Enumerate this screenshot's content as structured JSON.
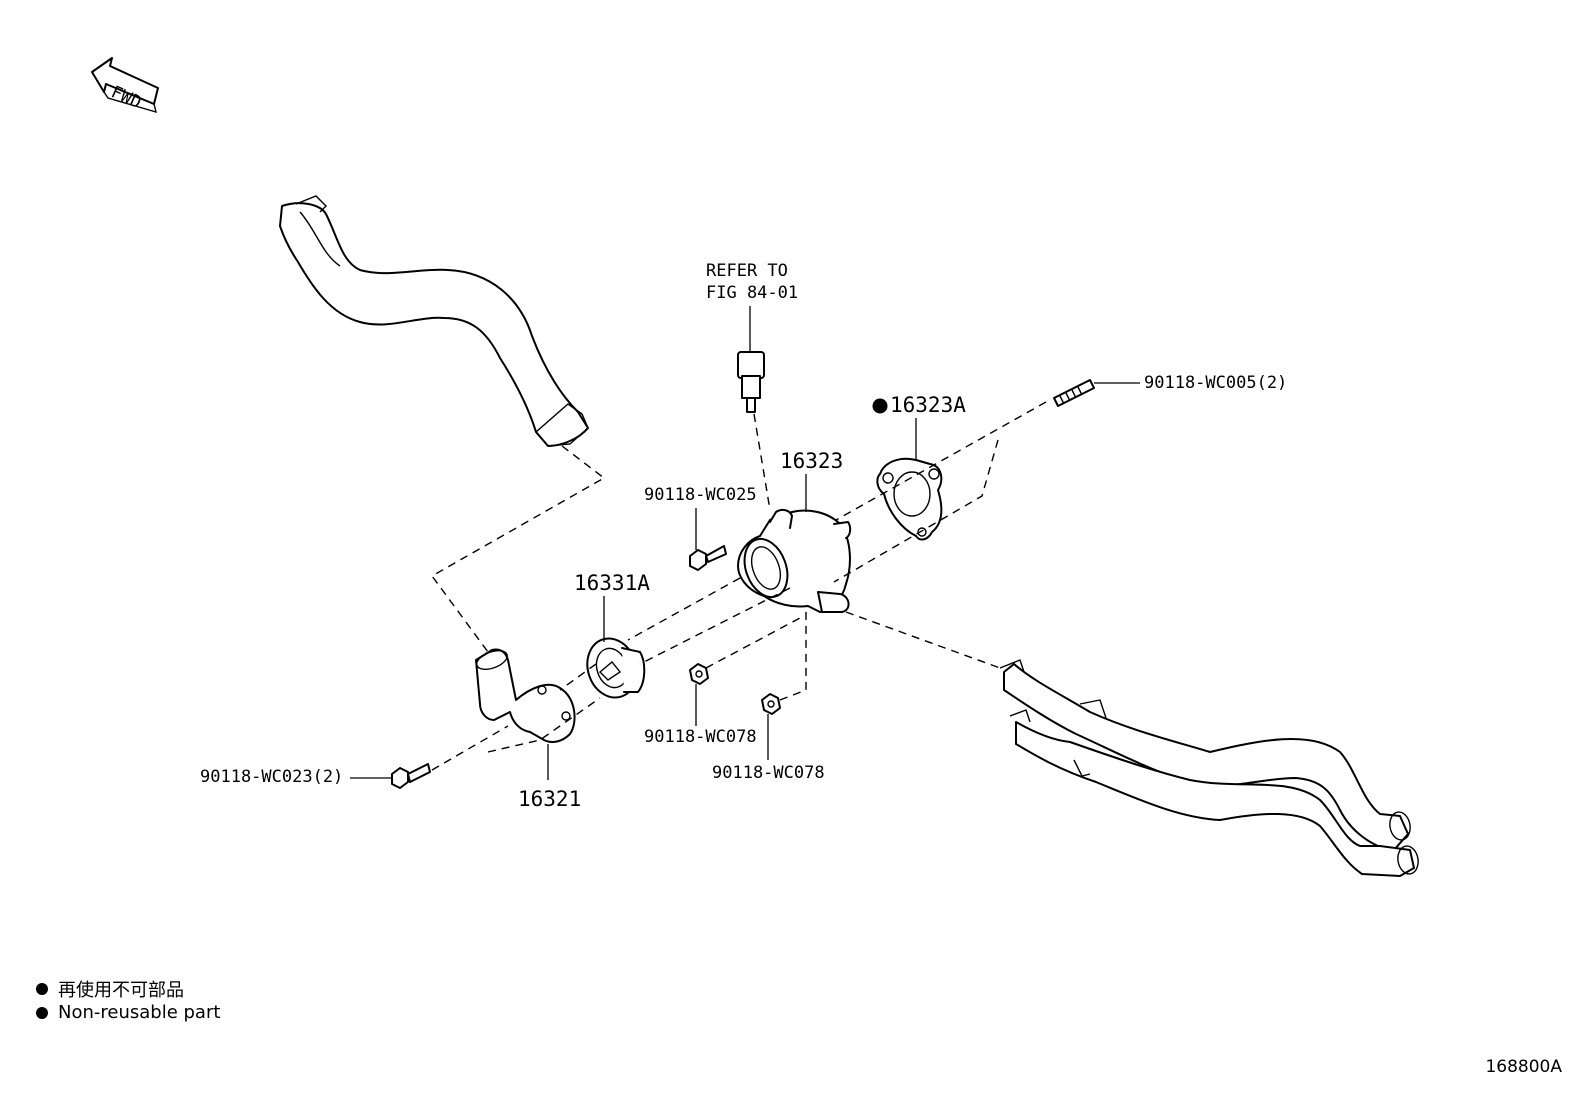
{
  "fwd_label": "FWD",
  "refer": {
    "line1": "REFER TO",
    "line2": "FIG 84-01"
  },
  "parts": {
    "p_90118_WC005": "90118-WC005(2)",
    "p_16323A": "16323A",
    "p_16323": "16323",
    "p_90118_WC025": "90118-WC025",
    "p_16331A": "16331A",
    "p_90118_WC078_a": "90118-WC078",
    "p_90118_WC078_b": "90118-WC078",
    "p_90118_WC023": "90118-WC023(2)",
    "p_16321": "16321"
  },
  "legend": {
    "jp": "再使用不可部品",
    "en": "Non-reusable part"
  },
  "figure_code": "168800A"
}
